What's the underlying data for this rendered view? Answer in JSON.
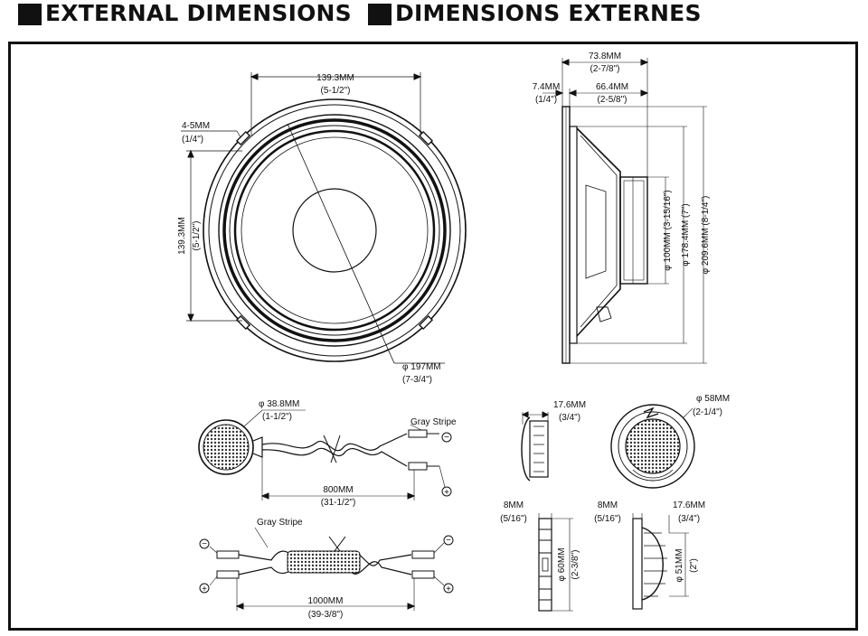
{
  "header": {
    "title_en": "EXTERNAL DIMENSIONS",
    "title_fr": "DIMENSIONS EXTERNES"
  },
  "woofer_front": {
    "width_mm": "139.3MM",
    "width_in": "(5-1/2\")",
    "height_mm": "139.3MM",
    "height_in": "(5-1/2\")",
    "slot_mm": "4-5MM",
    "slot_in": "(1/4\")",
    "diameter_mm": "φ 197MM",
    "diameter_in": "(7-3/4\")"
  },
  "woofer_side": {
    "depth_mm": "73.8MM",
    "depth_in": "(2-7/8\")",
    "flange_mm": "7.4MM",
    "flange_in": "(1/4\")",
    "mount_depth_mm": "66.4MM",
    "mount_depth_in": "(2-5/8\")",
    "magnet": "φ 100MM (3-15/16\")",
    "cutout": "φ 178.4MM (7\")",
    "outer": "φ 209.6MM (8-1/4\")"
  },
  "tweeter_cable": {
    "diameter_mm": "φ 38.8MM",
    "diameter_in": "(1-1/2\")",
    "stripe": "Gray Stripe",
    "length_mm": "800MM",
    "length_in": "(31-1/2\")",
    "minus": "−",
    "plus": "+"
  },
  "crossover_cable": {
    "stripe": "Gray Stripe",
    "length_mm": "1000MM",
    "length_in": "(39-3/8\")",
    "minus": "−",
    "plus": "+"
  },
  "tweeter_side": {
    "depth_mm": "17.6MM",
    "depth_in": "(3/4\")"
  },
  "tweeter_front": {
    "diameter_mm": "φ 58MM",
    "diameter_in": "(2-1/4\")"
  },
  "tweeter_mount": {
    "flange_mm": "8MM",
    "flange_in": "(5/16\")",
    "diameter": "φ 60MM",
    "diameter_in": "(2-3/8\")"
  },
  "tweeter_flush": {
    "flange_mm": "8MM",
    "flange_in": "(5/16\")",
    "depth_mm": "17.6MM",
    "depth_in": "(3/4\")",
    "diameter": "φ 51MM",
    "diameter_in": "(2\")"
  }
}
